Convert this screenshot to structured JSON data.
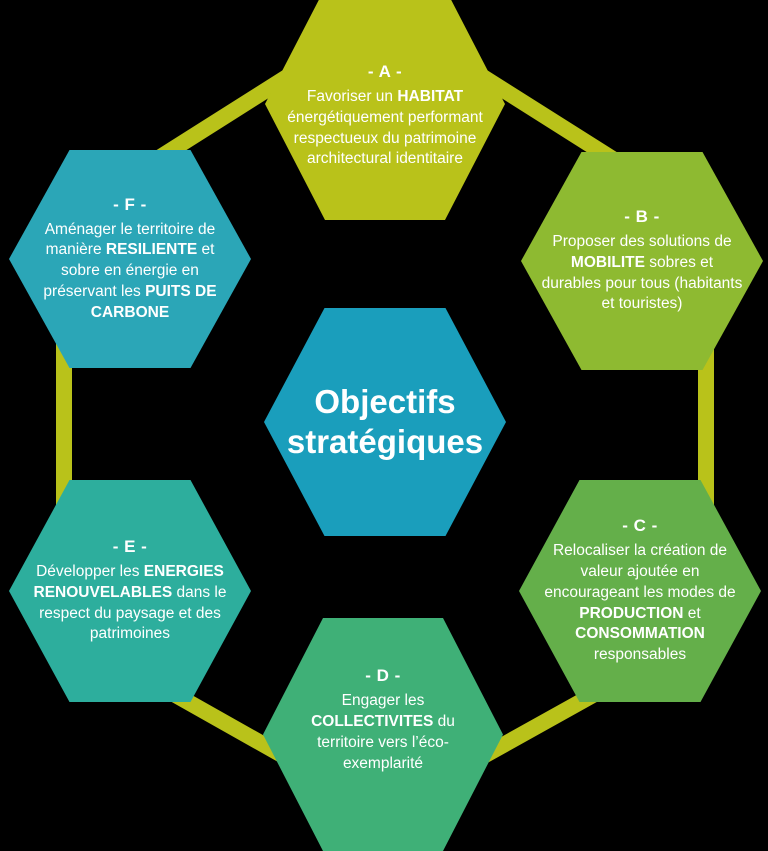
{
  "background": "#000000",
  "ring_color": "#b9c21a",
  "center": {
    "label": "Objectifs stratégiques",
    "color": "#1a9ebc"
  },
  "hexagons": [
    {
      "id": "A",
      "heading": "- A -",
      "color": "#b9c21a",
      "segments": [
        {
          "text": "Favoriser un ",
          "bold": false
        },
        {
          "text": "HABITAT",
          "bold": true
        },
        {
          "text": " énergétiquement performant respectueux du patrimoine architectural identitaire",
          "bold": false
        }
      ]
    },
    {
      "id": "B",
      "heading": "- B -",
      "color": "#8eba31",
      "segments": [
        {
          "text": "Proposer des solutions de ",
          "bold": false
        },
        {
          "text": "MOBILITE",
          "bold": true
        },
        {
          "text": " sobres et durables pour tous (habitants et touristes)",
          "bold": false
        }
      ]
    },
    {
      "id": "C",
      "heading": "- C -",
      "color": "#64af4a",
      "segments": [
        {
          "text": "Relocaliser la création de valeur ajoutée en encourageant les modes de ",
          "bold": false
        },
        {
          "text": "PRODUCTION",
          "bold": true
        },
        {
          "text": " et ",
          "bold": false
        },
        {
          "text": "CONSOMMATION",
          "bold": true
        },
        {
          "text": " responsables",
          "bold": false
        }
      ]
    },
    {
      "id": "D",
      "heading": "- D -",
      "color": "#3fb077",
      "segments": [
        {
          "text": "Engager les ",
          "bold": false
        },
        {
          "text": "COLLECTIVITES",
          "bold": true
        },
        {
          "text": " du territoire vers l’éco-exemplarité",
          "bold": false
        }
      ]
    },
    {
      "id": "E",
      "heading": "- E -",
      "color": "#2dae9d",
      "segments": [
        {
          "text": "Développer les ",
          "bold": false
        },
        {
          "text": "ENERGIES RENOUVELABLES",
          "bold": true
        },
        {
          "text": " dans le respect du paysage et des patrimoines",
          "bold": false
        }
      ]
    },
    {
      "id": "F",
      "heading": "- F -",
      "color": "#2ba6b7",
      "segments": [
        {
          "text": "Aménager le territoire de manière ",
          "bold": false
        },
        {
          "text": "RESILIENTE",
          "bold": true
        },
        {
          "text": " et sobre en énergie en préservant les ",
          "bold": false
        },
        {
          "text": "PUITS DE CARBONE",
          "bold": true
        }
      ]
    }
  ]
}
